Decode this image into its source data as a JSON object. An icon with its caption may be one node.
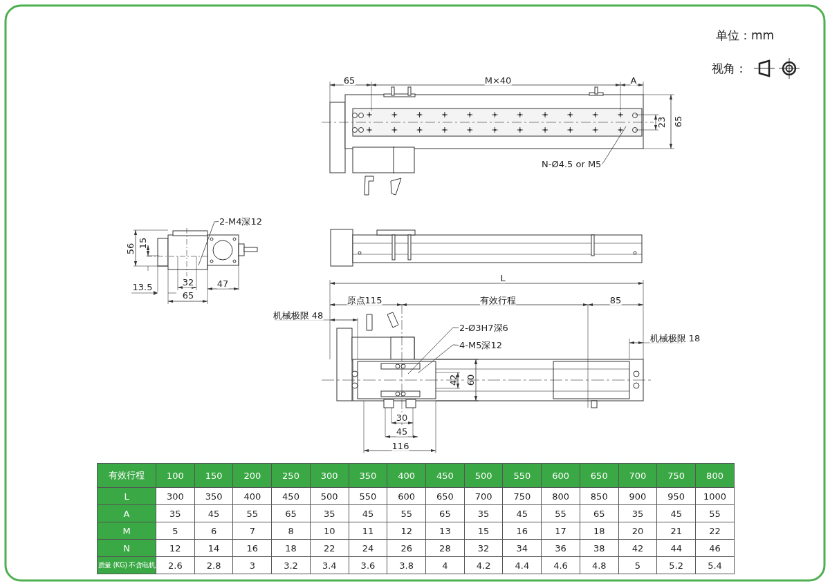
{
  "diagram": {
    "nodes": [
      {
        "text": [
          "N-Ø4.5 or M5"
        ]
      },
      {
        "text": [
          "2-M4深12"
        ]
      },
      {
        "text": [
          "2-Ø3H7深6"
        ]
      },
      {
        "text": [
          "4-M5深12"
        ]
      }
    ],
    "edges": [
      {
        "from": 0,
        "to": null,
        "arrow": "none"
      },
      {
        "from": 1,
        "to": null,
        "arrow": "none"
      },
      {
        "from": 2,
        "to": null,
        "arrow": "none"
      },
      {
        "from": 3,
        "to": null,
        "arrow": "none"
      }
    ],
    "labels": [
      "单位：mm",
      "视角：",
      "65",
      "M×40",
      "A",
      "23",
      "65",
      "56",
      "15",
      "13.5",
      "32",
      "65",
      "47",
      "L",
      "原点115",
      "有效行程",
      "85",
      "机械极限 48",
      "机械极限 18",
      "42",
      "60",
      "30",
      "45",
      "116",
      "有效行程",
      "100",
      "150",
      "200",
      "250",
      "300",
      "350",
      "400",
      "450",
      "500",
      "550",
      "600",
      "650",
      "700",
      "750",
      "800",
      "L",
      "300",
      "350",
      "400",
      "450",
      "500",
      "550",
      "600",
      "650",
      "700",
      "750",
      "800",
      "850",
      "900",
      "950",
      "1000",
      "A",
      "35",
      "45",
      "55",
      "65",
      "35",
      "45",
      "55",
      "65",
      "35",
      "45",
      "55",
      "65",
      "35",
      "45",
      "55",
      "M",
      "5",
      "6",
      "7",
      "8",
      "10",
      "11",
      "12",
      "13",
      "15",
      "16",
      "17",
      "18",
      "20",
      "21",
      "22",
      "N",
      "12",
      "14",
      "16",
      "18",
      "22",
      "24",
      "26",
      "28",
      "32",
      "34",
      "36",
      "38",
      "42",
      "44",
      "46",
      "质量 (KG) 不含电机",
      "2.6",
      "2.8",
      "3",
      "3.2",
      "3.4",
      "3.6",
      "3.8",
      "4",
      "4.2",
      "4.4",
      "4.6",
      "4.8",
      "5",
      "5.2",
      "5.4"
    ]
  }
}
